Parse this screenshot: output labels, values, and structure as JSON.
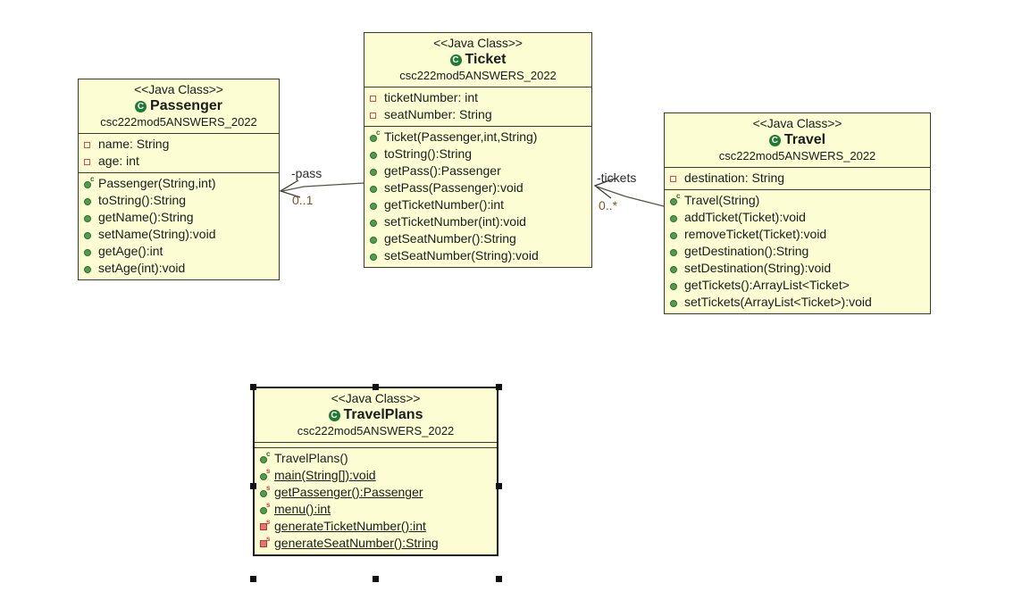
{
  "diagram": {
    "title": "UML Class Diagram",
    "stereotype": "<<Java Class>>",
    "package": "csc222mod5ANSWERS_2022",
    "colors": {
      "class_fill": "#fdfdd4",
      "class_border": "#3b3b2a",
      "public_member": "#4f9d4f",
      "private_member": "#d94a4a",
      "class_icon": "#1f7a33",
      "multiplicity_text": "#7a5a2a"
    }
  },
  "classes": [
    {
      "id": "passenger",
      "stereotype": "<<Java Class>>",
      "name": "Passenger",
      "package": "csc222mod5ANSWERS_2022",
      "icon": "class-icon",
      "fields": [
        {
          "text": "name: String",
          "icon": "private-field-icon",
          "static": false
        },
        {
          "text": "age: int",
          "icon": "private-field-icon",
          "static": false
        }
      ],
      "methods": [
        {
          "text": "Passenger(String,int)",
          "icon": "constructor-icon",
          "static": false
        },
        {
          "text": "toString():String",
          "icon": "public-method-icon",
          "static": false
        },
        {
          "text": "getName():String",
          "icon": "public-method-icon",
          "static": false
        },
        {
          "text": "setName(String):void",
          "icon": "public-method-icon",
          "static": false
        },
        {
          "text": "getAge():int",
          "icon": "public-method-icon",
          "static": false
        },
        {
          "text": "setAge(int):void",
          "icon": "public-method-icon",
          "static": false
        }
      ]
    },
    {
      "id": "ticket",
      "stereotype": "<<Java Class>>",
      "name": "Ticket",
      "package": "csc222mod5ANSWERS_2022",
      "icon": "class-icon",
      "fields": [
        {
          "text": "ticketNumber: int",
          "icon": "private-field-icon",
          "static": false
        },
        {
          "text": "seatNumber: String",
          "icon": "private-field-icon",
          "static": false
        }
      ],
      "methods": [
        {
          "text": "Ticket(Passenger,int,String)",
          "icon": "constructor-icon",
          "static": false
        },
        {
          "text": "toString():String",
          "icon": "public-method-icon",
          "static": false
        },
        {
          "text": "getPass():Passenger",
          "icon": "public-method-icon",
          "static": false
        },
        {
          "text": "setPass(Passenger):void",
          "icon": "public-method-icon",
          "static": false
        },
        {
          "text": "getTicketNumber():int",
          "icon": "public-method-icon",
          "static": false
        },
        {
          "text": "setTicketNumber(int):void",
          "icon": "public-method-icon",
          "static": false
        },
        {
          "text": "getSeatNumber():String",
          "icon": "public-method-icon",
          "static": false
        },
        {
          "text": "setSeatNumber(String):void",
          "icon": "public-method-icon",
          "static": false
        }
      ]
    },
    {
      "id": "travel",
      "stereotype": "<<Java Class>>",
      "name": "Travel",
      "package": "csc222mod5ANSWERS_2022",
      "icon": "class-icon",
      "fields": [
        {
          "text": "destination: String",
          "icon": "private-field-icon",
          "static": false
        }
      ],
      "methods": [
        {
          "text": "Travel(String)",
          "icon": "constructor-icon",
          "static": false
        },
        {
          "text": "addTicket(Ticket):void",
          "icon": "public-method-icon",
          "static": false
        },
        {
          "text": "removeTicket(Ticket):void",
          "icon": "public-method-icon",
          "static": false
        },
        {
          "text": "getDestination():String",
          "icon": "public-method-icon",
          "static": false
        },
        {
          "text": "setDestination(String):void",
          "icon": "public-method-icon",
          "static": false
        },
        {
          "text": "getTickets():ArrayList<Ticket>",
          "icon": "public-method-icon",
          "static": false
        },
        {
          "text": "setTickets(ArrayList<Ticket>):void",
          "icon": "public-method-icon",
          "static": false
        }
      ]
    },
    {
      "id": "travelplans",
      "stereotype": "<<Java Class>>",
      "name": "TravelPlans",
      "package": "csc222mod5ANSWERS_2022",
      "icon": "class-icon",
      "selected": true,
      "fields": [],
      "methods": [
        {
          "text": "TravelPlans()",
          "icon": "constructor-icon",
          "static": false
        },
        {
          "text": "main(String[]):void",
          "icon": "public-static-method-icon",
          "static": true
        },
        {
          "text": "getPassenger():Passenger",
          "icon": "public-static-method-icon",
          "static": true
        },
        {
          "text": "menu():int",
          "icon": "public-static-method-icon",
          "static": true
        },
        {
          "text": "generateTicketNumber():int",
          "icon": "private-static-method-icon",
          "static": true
        },
        {
          "text": "generateSeatNumber():String",
          "icon": "private-static-method-icon",
          "static": true
        }
      ]
    }
  ],
  "associations": [
    {
      "id": "ticket-passenger",
      "role": "-pass",
      "multiplicity": "0..1",
      "from": "Ticket",
      "to": "Passenger"
    },
    {
      "id": "travel-ticket",
      "role": "-tickets",
      "multiplicity": "0..*",
      "from": "Travel",
      "to": "Ticket"
    }
  ]
}
